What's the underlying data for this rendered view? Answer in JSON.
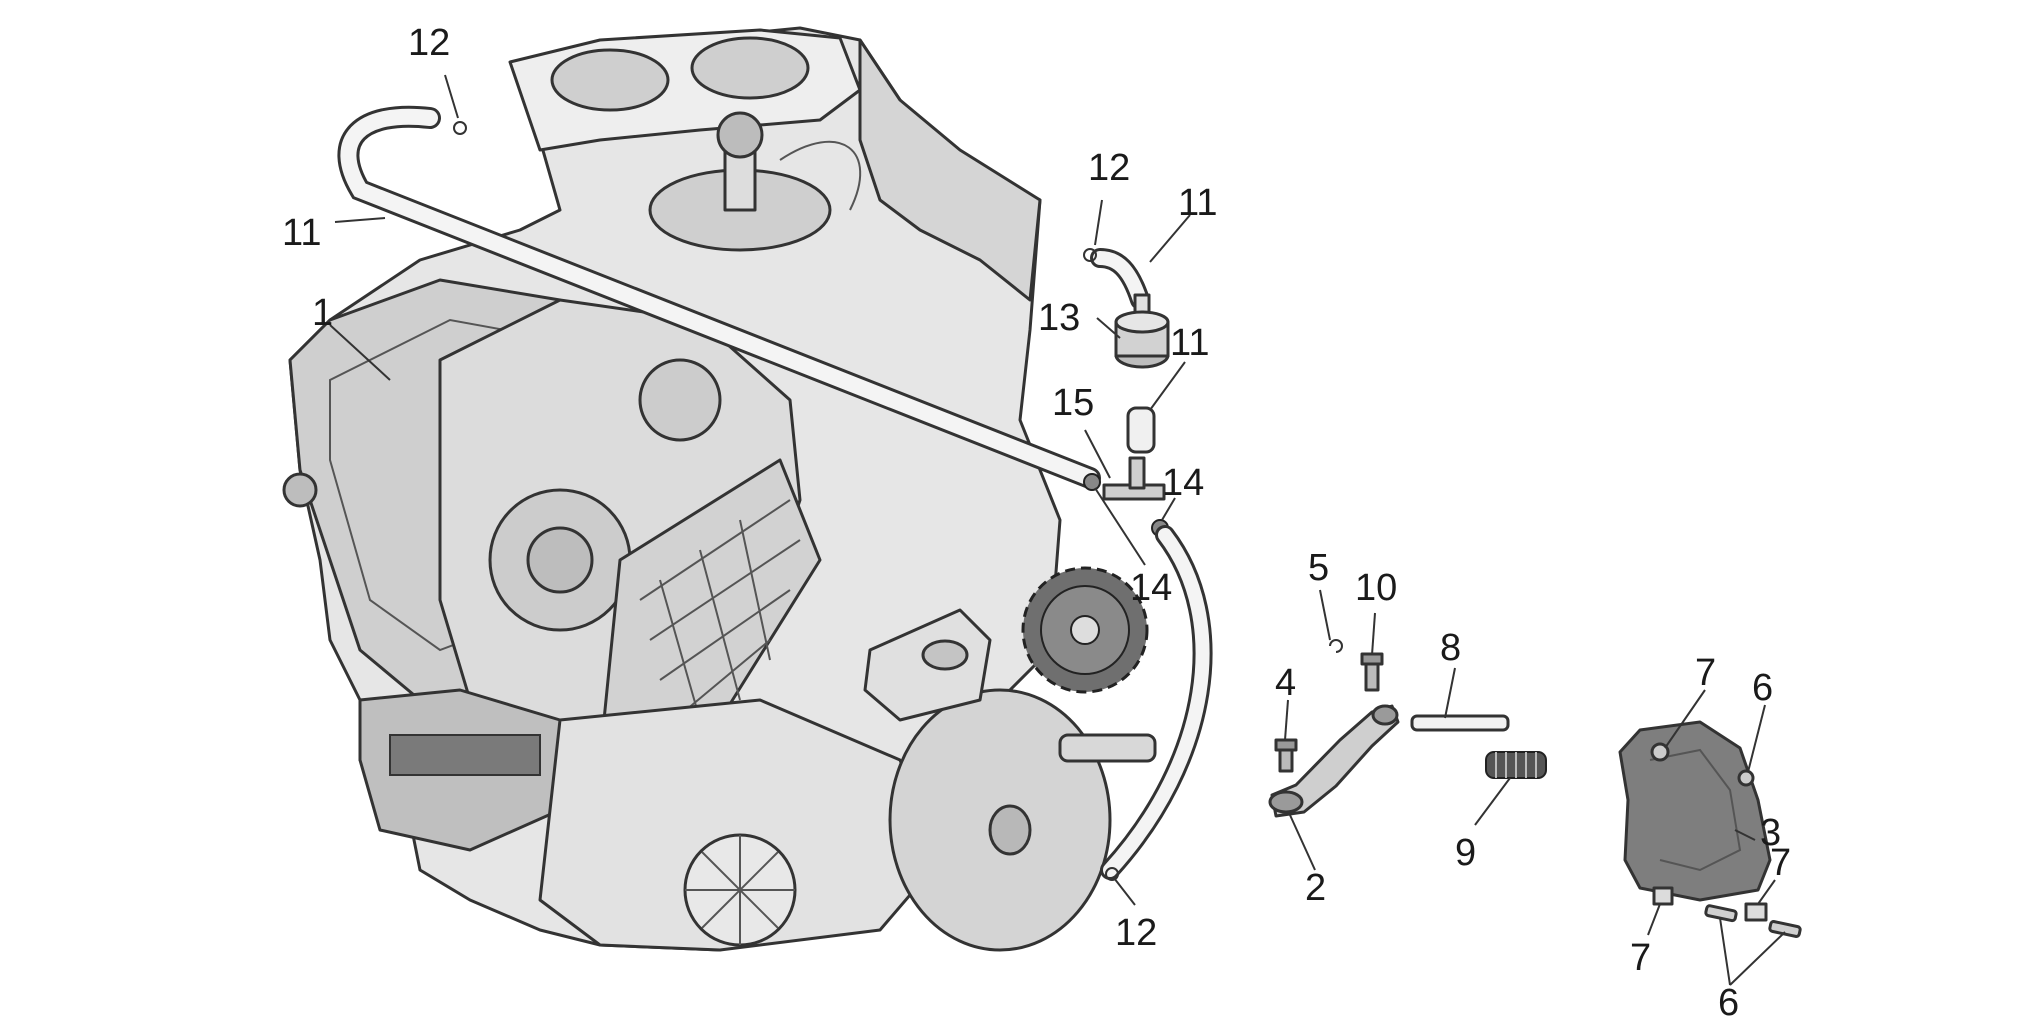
{
  "diagram": {
    "parts": [
      {
        "id": "p1",
        "label": "1"
      },
      {
        "id": "p11a",
        "label": "11"
      },
      {
        "id": "p12a",
        "label": "12"
      },
      {
        "id": "p12b",
        "label": "12"
      },
      {
        "id": "p11b",
        "label": "11"
      },
      {
        "id": "p13",
        "label": "13"
      },
      {
        "id": "p11c",
        "label": "11"
      },
      {
        "id": "p15",
        "label": "15"
      },
      {
        "id": "p14a",
        "label": "14"
      },
      {
        "id": "p14b",
        "label": "14"
      },
      {
        "id": "p12c",
        "label": "12"
      },
      {
        "id": "p5",
        "label": "5"
      },
      {
        "id": "p10",
        "label": "10"
      },
      {
        "id": "p8",
        "label": "8"
      },
      {
        "id": "p4",
        "label": "4"
      },
      {
        "id": "p2",
        "label": "2"
      },
      {
        "id": "p9",
        "label": "9"
      },
      {
        "id": "p7a",
        "label": "7"
      },
      {
        "id": "p6a",
        "label": "6"
      },
      {
        "id": "p3",
        "label": "3"
      },
      {
        "id": "p7b",
        "label": "7"
      },
      {
        "id": "p7c",
        "label": "7"
      },
      {
        "id": "p6b",
        "label": "6"
      }
    ],
    "colors": {
      "casing": "#e4e4e4",
      "casing_shade": "#c9c9c9",
      "casing_dark": "#8f8f8f",
      "cover": "#7e7e7e",
      "line": "#333333",
      "hose": "#f4f4f4"
    }
  }
}
